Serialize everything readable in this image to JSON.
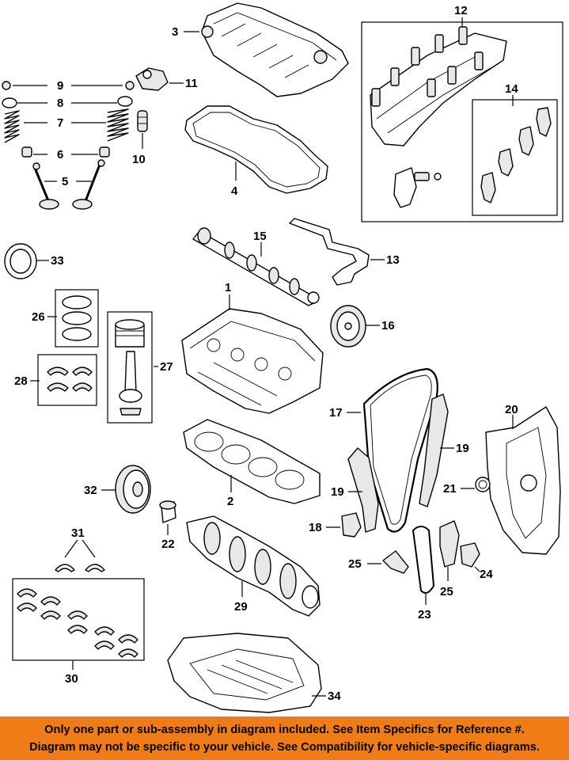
{
  "callouts": {
    "c1": "1",
    "c2": "2",
    "c3": "3",
    "c4": "4",
    "c5": "5",
    "c6": "6",
    "c7": "7",
    "c8": "8",
    "c9": "9",
    "c10": "10",
    "c11": "11",
    "c12": "12",
    "c13": "13",
    "c14": "14",
    "c15": "15",
    "c16": "16",
    "c17": "17",
    "c18": "18",
    "c19a": "19",
    "c19b": "19",
    "c20": "20",
    "c21": "21",
    "c22": "22",
    "c23": "23",
    "c24": "24",
    "c25a": "25",
    "c25b": "25",
    "c26": "26",
    "c27": "27",
    "c28": "28",
    "c29": "29",
    "c30": "30",
    "c31": "31",
    "c32": "32",
    "c33": "33",
    "c34": "34"
  },
  "footer": {
    "line1": "Only one part or sub-assembly in diagram included. See Item Specifics for Reference #.",
    "line2": "Diagram may not be specific to your vehicle. See Compatibility for vehicle-specific diagrams."
  },
  "colors": {
    "banner": "#f07c18",
    "ink": "#000000",
    "paper": "#ffffff"
  }
}
